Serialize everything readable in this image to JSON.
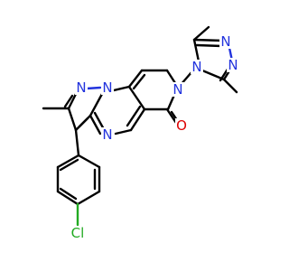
{
  "colors": {
    "bond": "#000000",
    "nitrogen": "#2233dd",
    "oxygen": "#dd0000",
    "chlorine": "#22aa22",
    "background": "#ffffff"
  },
  "atoms": {
    "n_triazole_top": "N",
    "n_triazole_right": "N",
    "n_triazole_attach": "N",
    "n_pyridinone": "N",
    "n_pyrazole_1": "N",
    "n_pyrazole_2": "N",
    "n_pyrimidine": "N",
    "o_carbonyl": "O",
    "cl_aryl": "Cl"
  }
}
